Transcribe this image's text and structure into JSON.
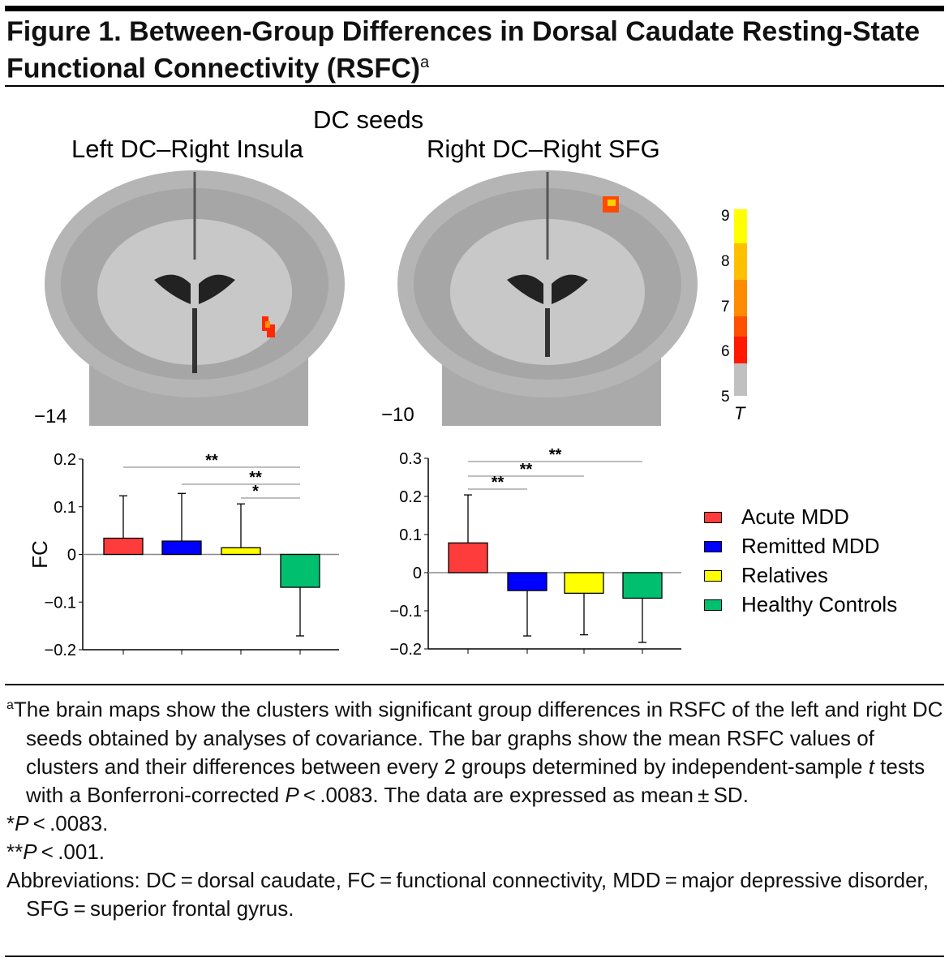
{
  "title": {
    "text": "Figure 1. Between-Group Differences in Dorsal Caudate Resting-State Functional Connectivity (RSFC)",
    "sup": "a"
  },
  "panel": {
    "header": "DC seeds",
    "left_title": "Left DC–Right Insula",
    "right_title": "Right DC–Right SFG",
    "left_slice": "−14",
    "right_slice": "−10"
  },
  "colorbar": {
    "ticks": [
      "9",
      "8",
      "7",
      "6",
      "5"
    ],
    "label": "T",
    "colors": [
      "#ffff00",
      "#ffc000",
      "#ff8c00",
      "#ff5000",
      "#ff1a00",
      "#c0c0c0"
    ]
  },
  "legend": [
    {
      "label": "Acute MDD",
      "color": "#ff3c3c"
    },
    {
      "label": "Remitted MDD",
      "color": "#0000ff"
    },
    {
      "label": "Relatives",
      "color": "#ffff00"
    },
    {
      "label": "Healthy Controls",
      "color": "#00c070"
    }
  ],
  "chart_data": [
    {
      "type": "bar",
      "title": "Left DC–Right Insula",
      "ylabel": "FC",
      "categories": [
        "Acute MDD",
        "Remitted MDD",
        "Relatives",
        "Healthy Controls"
      ],
      "values": [
        0.034,
        0.028,
        0.014,
        -0.069
      ],
      "sd": [
        0.089,
        0.1,
        0.092,
        0.102
      ],
      "ylim": [
        -0.2,
        0.2
      ],
      "yticks": [
        "0.2",
        "0.1",
        "0",
        "−0.1",
        "−0.2"
      ],
      "ytick_values": [
        0.2,
        0.1,
        0,
        -0.1,
        -0.2
      ],
      "significance": [
        {
          "from": 0,
          "to": 3,
          "label": "**"
        },
        {
          "from": 1,
          "to": 3,
          "label": "**"
        },
        {
          "from": 2,
          "to": 3,
          "label": "*"
        }
      ]
    },
    {
      "type": "bar",
      "title": "Right DC–Right SFG",
      "ylabel": "",
      "categories": [
        "Acute MDD",
        "Remitted MDD",
        "Relatives",
        "Healthy Controls"
      ],
      "values": [
        0.078,
        -0.047,
        -0.054,
        -0.067
      ],
      "sd": [
        0.126,
        0.119,
        0.109,
        0.116
      ],
      "ylim": [
        -0.2,
        0.3
      ],
      "yticks": [
        "0.3",
        "0.2",
        "0.1",
        "0",
        "−0.1",
        "−0.2"
      ],
      "ytick_values": [
        0.3,
        0.2,
        0.1,
        0,
        -0.1,
        -0.2
      ],
      "significance": [
        {
          "from": 0,
          "to": 3,
          "label": "**"
        },
        {
          "from": 0,
          "to": 2,
          "label": "**"
        },
        {
          "from": 0,
          "to": 1,
          "label": "**"
        }
      ]
    }
  ],
  "caption": {
    "note_marker": "a",
    "note_1": "The brain maps show the clusters with significant group differences in RSFC of the left and right DC seeds obtained by analyses of covariance. The bar graphs show the mean RSFC values of clusters and their differences between every 2 groups determined by independent-sample ",
    "note_t": "t",
    "note_2": " tests with a Bonferroni-corrected ",
    "note_p": "P",
    "note_3": " < .0083. The data are expressed as mean ± SD.",
    "star1_mark": "*",
    "star1_p": "P",
    "star1_text": " < .0083.",
    "star2_mark": "**",
    "star2_p": "P",
    "star2_text": " < .001.",
    "abbreviations": "Abbreviations: DC = dorsal caudate, FC = functional connectivity, MDD = major depressive disorder, SFG = superior frontal gyrus."
  }
}
